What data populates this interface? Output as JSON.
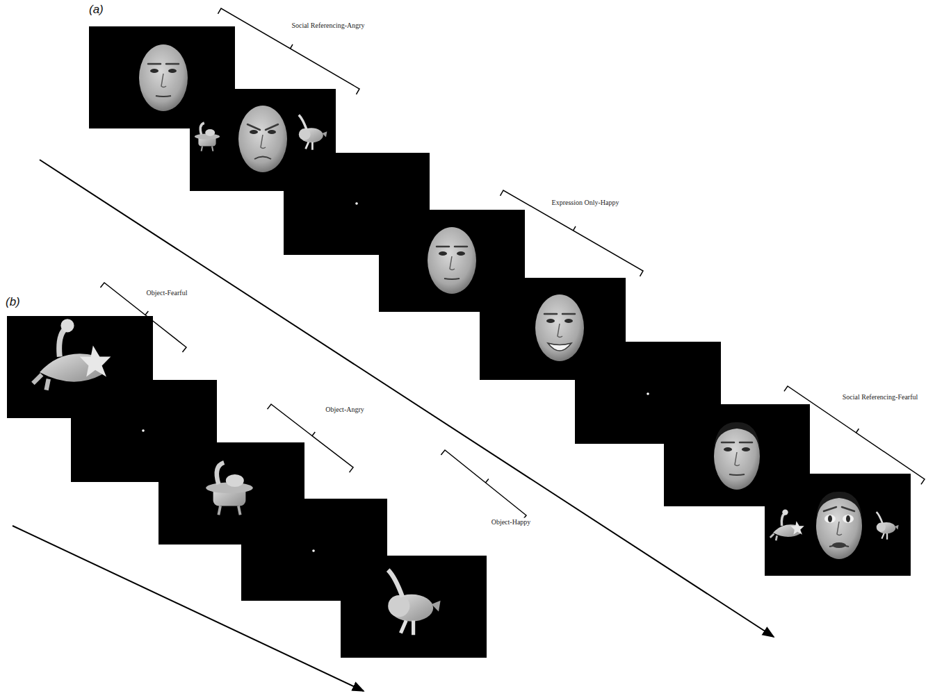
{
  "diagram": {
    "labels": [
      "(a)",
      "Social Referencing-Angry",
      "Expression Only-Happy",
      "Social Referencing-Fearful",
      "(b)",
      "Object-Fearful",
      "Object-Angry",
      "Object-Happy"
    ]
  }
}
